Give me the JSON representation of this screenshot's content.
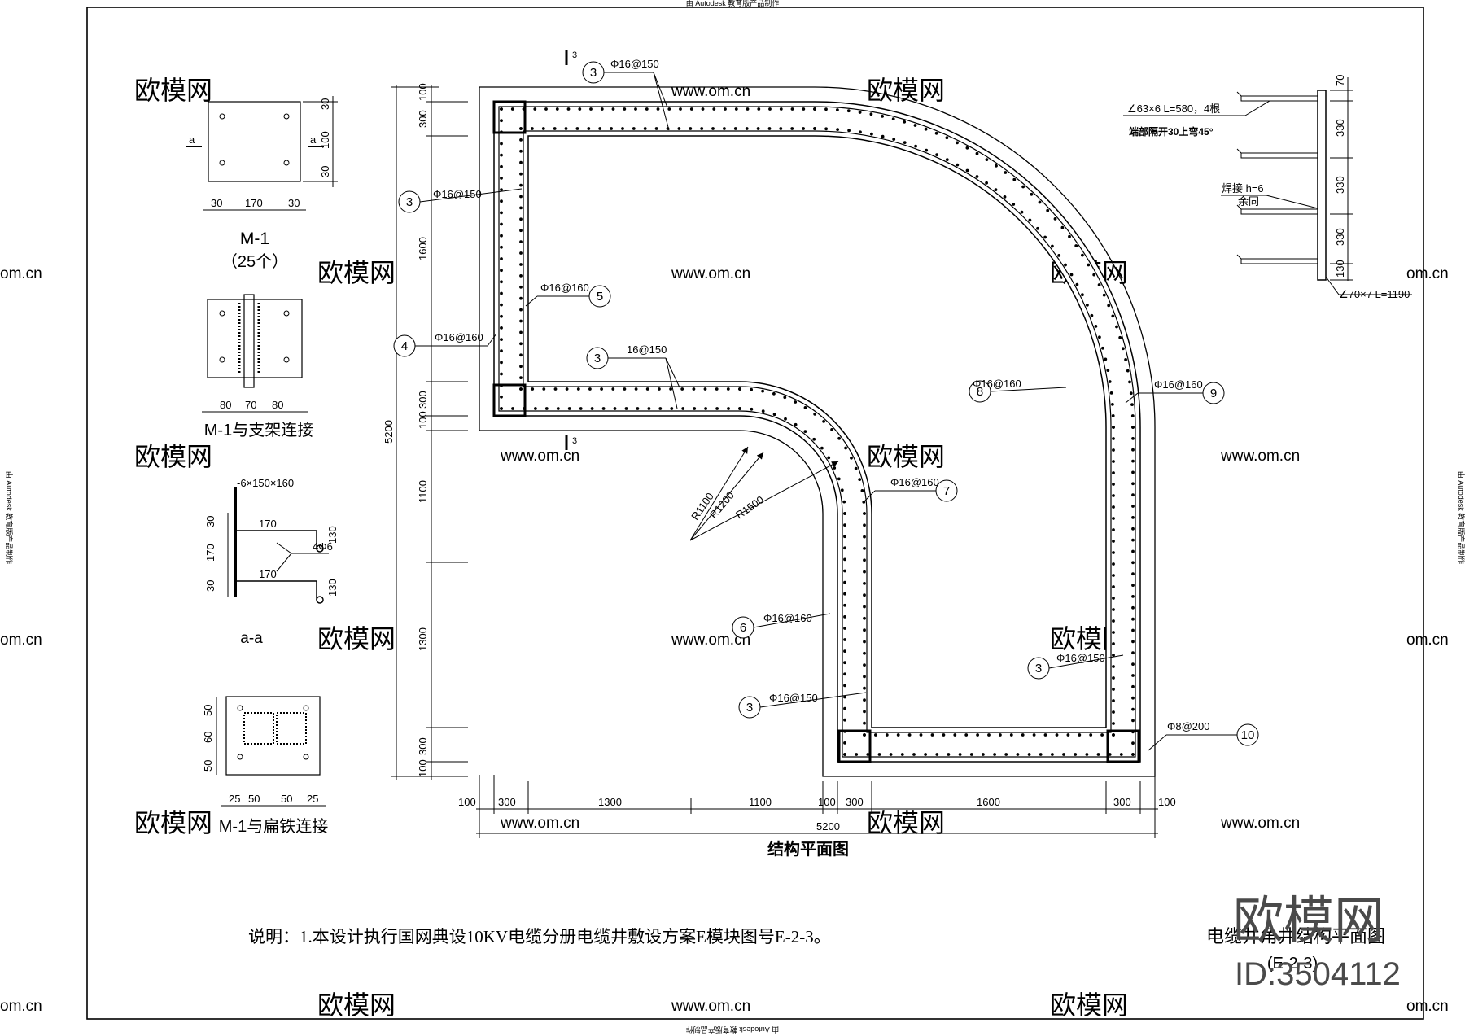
{
  "edge_notes": {
    "top": "由 Autodesk 教育版产品制作",
    "bottom": "由 Autodesk 教育版产品制作",
    "left": "由 Autodesk 教育版产品制作",
    "right": "由 Autodesk 教育版产品制作"
  },
  "watermark": {
    "brand": "欧模网",
    "url": "www.om.cn",
    "url_short": "om.cn",
    "logo": "欧模网",
    "id": "ID:3504112"
  },
  "details": {
    "m1": {
      "section_mark": "a",
      "dims_right": [
        "30",
        "100",
        "30"
      ],
      "dims_bottom": [
        "30",
        "170",
        "30"
      ],
      "title": "M-1",
      "count": "（25个）"
    },
    "bracket": {
      "dims": [
        "80",
        "70",
        "80"
      ],
      "title": "M-1与支架连接"
    },
    "section_aa": {
      "plate": "-6×150×160",
      "dims_left": [
        "30",
        "170",
        "30"
      ],
      "dim_top": "170",
      "dim_bottom": "170",
      "dims_right": [
        "130",
        "130"
      ],
      "rebar": "4Φ6",
      "title": "a-a"
    },
    "flat_iron": {
      "dims_left": [
        "50",
        "60",
        "50"
      ],
      "dims_bottom": [
        "25",
        "50",
        "50",
        "25"
      ],
      "title": "M-1与扁铁连接"
    }
  },
  "plan": {
    "title": "结构平面图",
    "section_mark": "3",
    "left_dims": [
      "100",
      "300",
      "1600",
      "300",
      "100",
      "1100",
      "1300",
      "300",
      "100"
    ],
    "left_total": "5200",
    "bottom_dims": [
      "100",
      "300",
      "1300",
      "1100",
      "100",
      "300",
      "1600",
      "300",
      "100"
    ],
    "bottom_total": "5200",
    "radii": [
      "R1100",
      "R1200",
      "R1500"
    ],
    "callouts": [
      {
        "num": "3",
        "text": "Φ16@150"
      },
      {
        "num": "3",
        "text": "Φ16@150"
      },
      {
        "num": "5",
        "text": "Φ16@160"
      },
      {
        "num": "4",
        "text": "Φ16@160"
      },
      {
        "num": "3",
        "text": "16@150"
      },
      {
        "num": "8",
        "text": "Φ16@160"
      },
      {
        "num": "9",
        "text": "Φ16@160"
      },
      {
        "num": "7",
        "text": "Φ16@160"
      },
      {
        "num": "6",
        "text": "Φ16@160"
      },
      {
        "num": "3",
        "text": "Φ16@150"
      },
      {
        "num": "3",
        "text": "Φ16@150"
      },
      {
        "num": "10",
        "text": "Φ8@200"
      }
    ]
  },
  "support": {
    "angle_arm": "∠63×6  L=580，4根",
    "arm_note": "端部隔开30上弯45°",
    "weld": "焊接 h=6",
    "weld_note": "余同",
    "dims": [
      "70",
      "330",
      "330",
      "330",
      "130"
    ],
    "angle_post": "∠70×7  L=1190"
  },
  "note": "说明：1.本设计执行国网典设10KV电缆分册电缆井敷设方案E模块图号E-2-3。",
  "drawing_title": "电缆井角井结构平面图",
  "drawing_code": "(E-2-3)"
}
